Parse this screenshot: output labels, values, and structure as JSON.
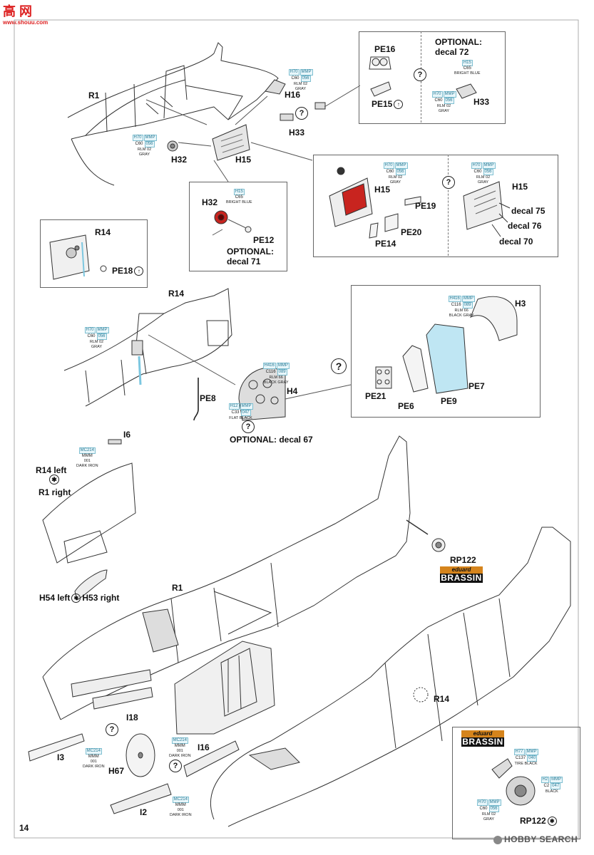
{
  "page_number": "14",
  "watermark_top": {
    "logo": "高 网",
    "site": "www.shouu.com"
  },
  "watermark_bottom": {
    "brand": "HOBBY SEARCH"
  },
  "brassin": {
    "maker": "eduard",
    "line": "BRASSIN"
  },
  "icons": {
    "optional": "?",
    "bend": "↑",
    "both": "✱"
  },
  "paints": {
    "h70_rlm02": {
      "codes": [
        "H70",
        "MMP"
      ],
      "main": "C60",
      "code2": "056",
      "name1": "RLM 02",
      "name2": "GRAY"
    },
    "h15_bright": {
      "codes": [
        "H15",
        ""
      ],
      "main": "C65",
      "code2": "",
      "name1": "BRIGHT BLUE",
      "name2": ""
    },
    "h416_rlm66": {
      "codes": [
        "H416",
        "MMP"
      ],
      "main": "C116",
      "code2": "089",
      "name1": "RLM 66",
      "name2": "BLACK GRAY"
    },
    "h12_flat": {
      "codes": [
        "H12",
        "MMP"
      ],
      "main": "C33",
      "code2": "047",
      "name1": "FLAT BLACK",
      "name2": ""
    },
    "mc214_iron": {
      "codes": [
        "MC214",
        ""
      ],
      "main": "MMM",
      "code2": "001",
      "name1": "DARK IRON",
      "name2": ""
    },
    "h77_tire": {
      "codes": [
        "H77",
        "MMP"
      ],
      "main": "C137",
      "code2": "040",
      "name1": "TIRE BLACK",
      "name2": ""
    },
    "h2_black": {
      "codes": [
        "H2",
        "MMP"
      ],
      "main": "C2",
      "code2": "047",
      "name1": "BLACK",
      "name2": ""
    }
  },
  "labels": {
    "r1_top": "R1",
    "h16": "H16",
    "h33_a": "H33",
    "h32": "H32",
    "h15": "H15",
    "pe16": "PE16",
    "pe15": "PE15",
    "optional_72": "OPTIONAL:",
    "decal_72": "decal 72",
    "h33_b": "H33",
    "h32_detail": "H32",
    "pe12": "PE12",
    "optional_71": "OPTIONAL:",
    "decal_71": "decal 71",
    "h15_detail": "H15",
    "pe19": "PE19",
    "pe20": "PE20",
    "pe14": "PE14",
    "h15_opt": "H15",
    "decal_75": "decal 75",
    "decal_76": "decal 76",
    "decal_70": "decal 70",
    "r14_detail": "R14",
    "pe18": "PE18",
    "r14_mid": "R14",
    "pe8": "PE8",
    "h4": "H4",
    "optional_67": "OPTIONAL: decal 67",
    "h3": "H3",
    "pe7": "PE7",
    "pe21": "PE21",
    "pe6": "PE6",
    "pe9": "PE9",
    "i6": "I6",
    "r14_left": "R14 left",
    "r1_right": "R1 right",
    "h54_left": "H54 left",
    "h53_right": "H53 right",
    "rp122": "RP122",
    "r1_bottom": "R1",
    "r14_bottom": "R14",
    "i18": "I18",
    "i3": "I3",
    "h67": "H67",
    "i16": "I16",
    "i2": "I2",
    "rp122_detail": "RP122"
  }
}
